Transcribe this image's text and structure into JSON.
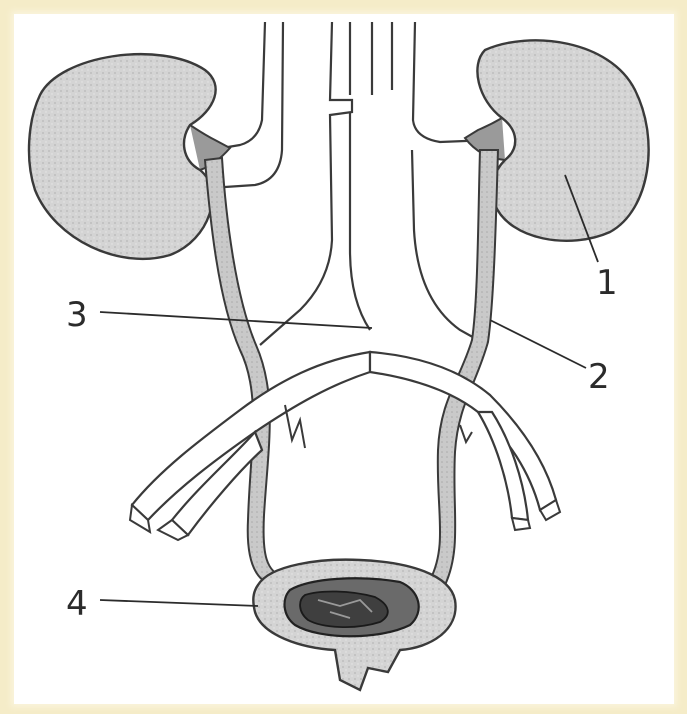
{
  "labels": {
    "kidney": "1",
    "ureter": "2",
    "vessels": "3",
    "bladder": "4"
  },
  "colors": {
    "background": "#f5ecc8",
    "panel": "#ffffff",
    "organ_fill": "#d2d2d2",
    "outline": "#3a3a3a"
  }
}
